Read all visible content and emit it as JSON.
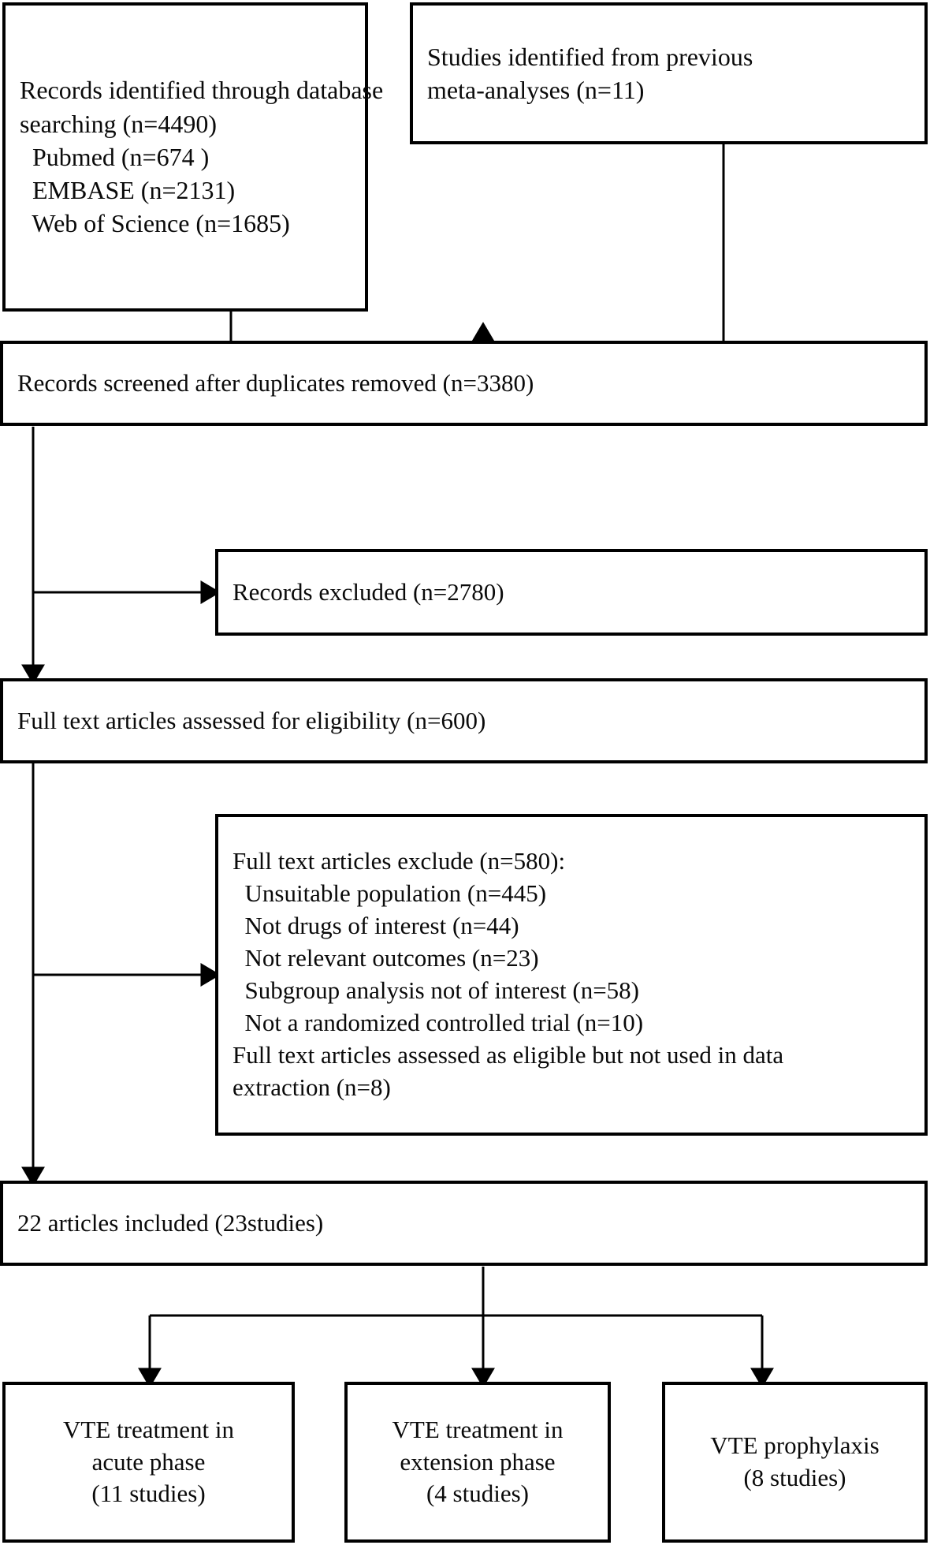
{
  "diagram": {
    "type": "prisma-flow-diagram",
    "title": "PRISMA study selection flow diagram",
    "line_color": "#000000",
    "background_color": "#ffffff",
    "text_color": "#0a0a0a"
  },
  "boxes": {
    "identified": {
      "name": "records-identified-through-database-searching",
      "lines": [
        "Records identified through database",
        "searching (n=4490)",
        "  Pubmed (n=674 )",
        "  EMBASE (n=2131)",
        "  Web of Science (n=1685)"
      ],
      "total": 4490,
      "sources": [
        {
          "label": "Pubmed",
          "n": 674
        },
        {
          "label": "EMBASE",
          "n": 2131
        },
        {
          "label": "Web of Science",
          "n": 1685
        }
      ]
    },
    "previous": {
      "name": "studies-identified-from-previous-meta-analyses",
      "lines": [
        "Studies identified from previous",
        "meta-analyses (n=11)"
      ],
      "n": 11
    },
    "screened": {
      "name": "records-screened-after-duplicates-removed",
      "lines": [
        "Records screened after duplicates removed (n=3380)"
      ],
      "n": 3380
    },
    "excluded": {
      "name": "records-excluded",
      "lines": [
        "Records excluded (n=2780)"
      ],
      "n": 2780
    },
    "fulltext": {
      "name": "full-text-articles-assessed-for-eligibility",
      "lines": [
        "Full text articles assessed for eligibility (n=600)"
      ],
      "n": 600
    },
    "fulltext_excluded": {
      "name": "full-text-articles-excluded",
      "lines": [
        "Full text articles exclude (n=580):",
        "  Unsuitable population (n=445)",
        "  Not drugs of interest (n=44)",
        "  Not relevant outcomes (n=23)",
        "  Subgroup analysis not of interest (n=58)",
        "  Not a randomized controlled trial (n=10)",
        "Full text articles assessed as eligible but not used in data",
        "extraction (n=8)"
      ],
      "total": 580,
      "reasons": [
        {
          "label": "Unsuitable population",
          "n": 445
        },
        {
          "label": "Not drugs of interest",
          "n": 44
        },
        {
          "label": "Not relevant outcomes",
          "n": 23
        },
        {
          "label": "Subgroup analysis not of interest",
          "n": 58
        },
        {
          "label": "Not a randomized controlled trial",
          "n": 10
        },
        {
          "label": "Full text articles assessed as eligible but not used in data extraction",
          "n": 8
        }
      ]
    },
    "included": {
      "name": "articles-included",
      "lines": [
        "22 articles included (23studies)"
      ],
      "articles": 22,
      "studies": 23
    },
    "acute": {
      "name": "vte-treatment-acute-phase",
      "lines": [
        "VTE treatment in",
        "acute phase",
        "(11 studies)"
      ],
      "studies": 11
    },
    "extension": {
      "name": "vte-treatment-extension-phase",
      "lines": [
        "VTE treatment in",
        "extension phase",
        "(4 studies)"
      ],
      "studies": 4
    },
    "prophylaxis": {
      "name": "vte-prophylaxis",
      "lines": [
        "VTE prophylaxis",
        "(8 studies)"
      ],
      "studies": 8
    }
  }
}
